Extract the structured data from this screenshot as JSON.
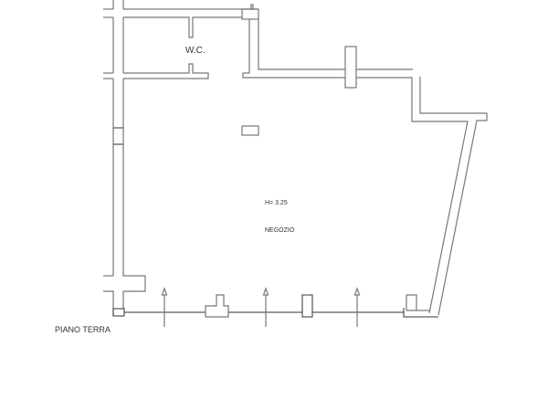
{
  "plan": {
    "wc_label": "W.C.",
    "height_label": "H= 3.25",
    "room_label": "NEGOZIO",
    "floor_label": "PIANO TERRA"
  },
  "colors": {
    "wall": "#777777",
    "text": "#333333"
  }
}
